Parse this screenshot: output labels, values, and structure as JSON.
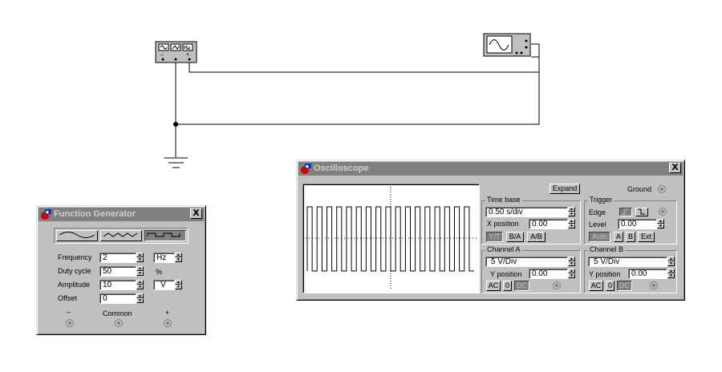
{
  "function_generator": {
    "title": "Function Generator",
    "close_label": "X",
    "waveforms": [
      "sine-icon",
      "triangle-icon",
      "square-icon"
    ],
    "frequency": {
      "label": "Frequency",
      "value": "2",
      "unit": "Hz"
    },
    "duty_cycle": {
      "label": "Duty cycle",
      "value": "50",
      "unit": "%"
    },
    "amplitude": {
      "label": "Amplitude",
      "value": "10",
      "unit": "V"
    },
    "offset": {
      "label": "Offset",
      "value": "0"
    },
    "terminals": {
      "minus": "–",
      "common": "Common",
      "plus": "+"
    }
  },
  "oscilloscope": {
    "title": "Oscilloscope",
    "close_label": "X",
    "expand_label": "Expand",
    "ground_label": "Ground",
    "time_base": {
      "title": "Time base",
      "value": "0.50 s/div",
      "xpos_label": "X position",
      "xpos_value": "0.00",
      "modes": [
        "Y/T",
        "B/A",
        "A/B"
      ]
    },
    "trigger": {
      "title": "Trigger",
      "edge_label": "Edge",
      "level_label": "Level",
      "level_value": "0.00",
      "sources": [
        "Auto",
        "A",
        "B",
        "Ext"
      ]
    },
    "channel_a": {
      "title": "Channel A",
      "scale": "5  V/Div",
      "ypos_label": "Y position",
      "ypos_value": "0.00",
      "coupling": [
        "AC",
        "0",
        "DC"
      ]
    },
    "channel_b": {
      "title": "Channel B",
      "scale": "5  V/Div",
      "ypos_label": "Y position",
      "ypos_value": "0.00",
      "coupling": [
        "AC",
        "0",
        "DC"
      ]
    },
    "waveform": {
      "type": "square",
      "cycles": 17,
      "duty_cycle": 0.5,
      "color": "#000000"
    }
  },
  "colors": {
    "window_face": "#c0c0c0",
    "title_inactive": "#808080",
    "wire": "#000000"
  }
}
